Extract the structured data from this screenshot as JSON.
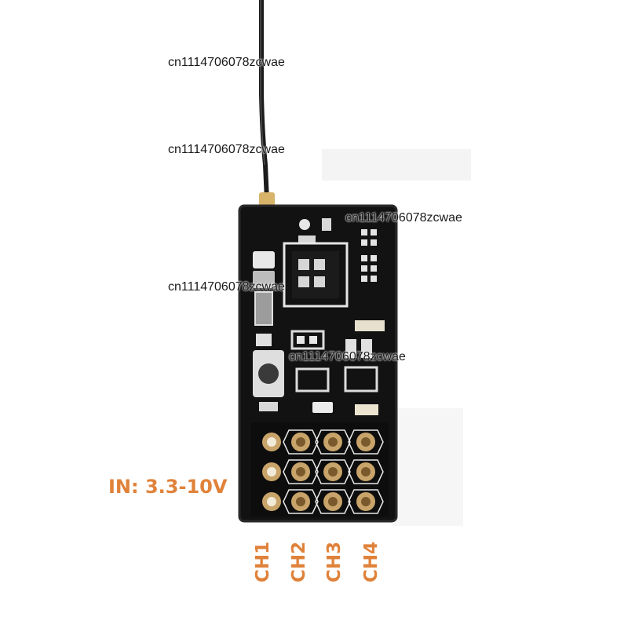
{
  "photo": {
    "voltage_label": "IN: 3.3-10V",
    "channels": [
      "CH1",
      "CH2",
      "CH3",
      "CH4"
    ],
    "watermarks": [
      "cn1114706078zcwae",
      "cn1114706078zcwae",
      "cn1114706078zcwae",
      "cn1114706078zcwae",
      "cn1114706078zcwae"
    ],
    "colors": {
      "label_orange": "#e0823a",
      "pcb_black": "#111111",
      "pad_gold": "#c9a46a",
      "antenna_black": "#1a1a1a",
      "connector_gold": "#d8b36a"
    }
  }
}
